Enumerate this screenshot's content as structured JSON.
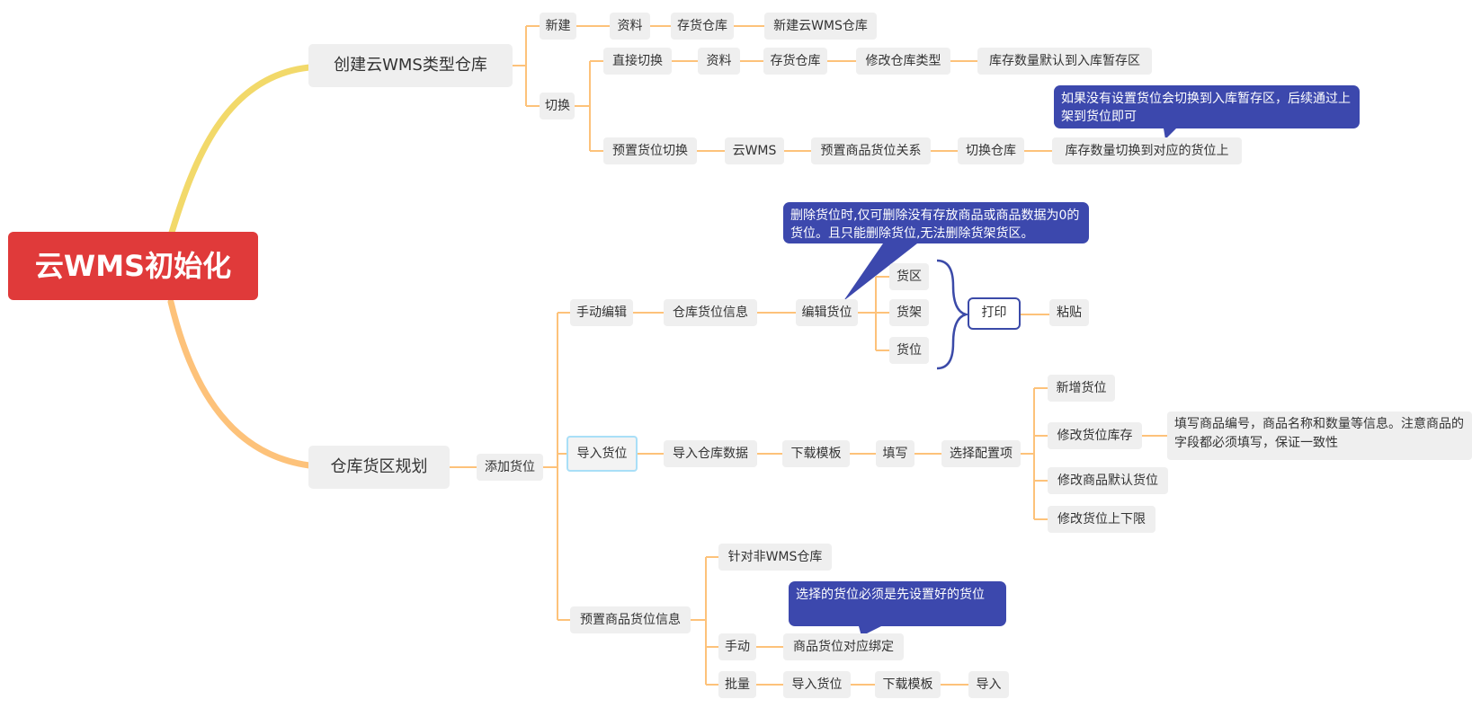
{
  "root": "云WMS初始化",
  "branch1": {
    "label": "创建云WMS类型仓库",
    "new": {
      "label": "新建",
      "chain": [
        "资料",
        "存货仓库",
        "新建云WMS仓库"
      ]
    },
    "switch": {
      "label": "切换",
      "direct": {
        "label": "直接切换",
        "chain": [
          "资料",
          "存货仓库",
          "修改仓库类型",
          "库存数量默认到入库暂存区"
        ]
      },
      "preset": {
        "label": "预置货位切换",
        "chain": [
          "云WMS",
          "预置商品货位关系",
          "切换仓库",
          "库存数量切换到对应的货位上"
        ]
      },
      "note": "如果没有设置货位会切换到入库暂存区，后续通过上架到货位即可"
    }
  },
  "branch2": {
    "label": "仓库货区规划",
    "add": "添加货位",
    "manual": {
      "label": "手动编辑",
      "chain": [
        "仓库货位信息",
        "编辑货位"
      ],
      "items": [
        "货区",
        "货架",
        "货位"
      ],
      "print": "打印",
      "paste": "粘贴",
      "note": "删除货位时,仅可删除没有存放商品或商品数据为0的货位。且只能删除货位,无法删除货架货区。"
    },
    "import": {
      "label": "导入货位",
      "chain": [
        "导入仓库数据",
        "下载模板",
        "填写",
        "选择配置项"
      ],
      "options": [
        "新增货位",
        "修改货位库存",
        "修改商品默认货位",
        "修改货位上下限"
      ],
      "stock_note": "填写商品编号，商品名称和数量等信息。注意商品的字段都必须填写，保证一致性"
    },
    "preset": {
      "label": "预置商品货位信息",
      "non_wms": "针对非WMS仓库",
      "manual": {
        "label": "手动",
        "bind": "商品货位对应绑定"
      },
      "manual_note": "选择的货位必须是先设置好的货位",
      "batch": {
        "label": "批量",
        "chain": [
          "导入货位",
          "下载模板",
          "导入"
        ]
      }
    }
  },
  "colors": {
    "root": "#e03a3a",
    "branch_top": "#f2d96a",
    "branch_bottom": "#fdc27a",
    "connector": "#fdc27a",
    "node_bg": "#efefef",
    "callout_bg": "#3c48ad",
    "selected_border": "#a9dff7",
    "bracket": "#3b4aa8"
  }
}
